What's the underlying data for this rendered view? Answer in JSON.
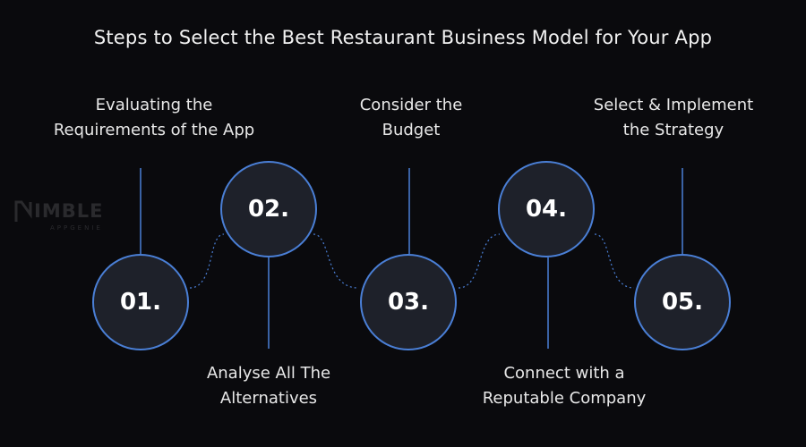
{
  "title": "Steps to Select the Best Restaurant Business Model for Your App",
  "watermark": {
    "text": "IMBLE",
    "subtext": "APPGENIE"
  },
  "colors": {
    "background": "#0a0a0d",
    "circle_fill": "#1e212a",
    "circle_border": "#4a7fd6",
    "connector": "#4a7fd6"
  },
  "steps": [
    {
      "number": "01.",
      "label_line1": "Evaluating the",
      "label_line2": "Requirements of the App"
    },
    {
      "number": "02.",
      "label_line1": "Analyse All The",
      "label_line2": "Alternatives"
    },
    {
      "number": "03.",
      "label_line1": "Consider the",
      "label_line2": "Budget"
    },
    {
      "number": "04.",
      "label_line1": "Connect with a",
      "label_line2": "Reputable Company"
    },
    {
      "number": "05.",
      "label_line1": "Select & Implement",
      "label_line2": "the Strategy"
    }
  ]
}
